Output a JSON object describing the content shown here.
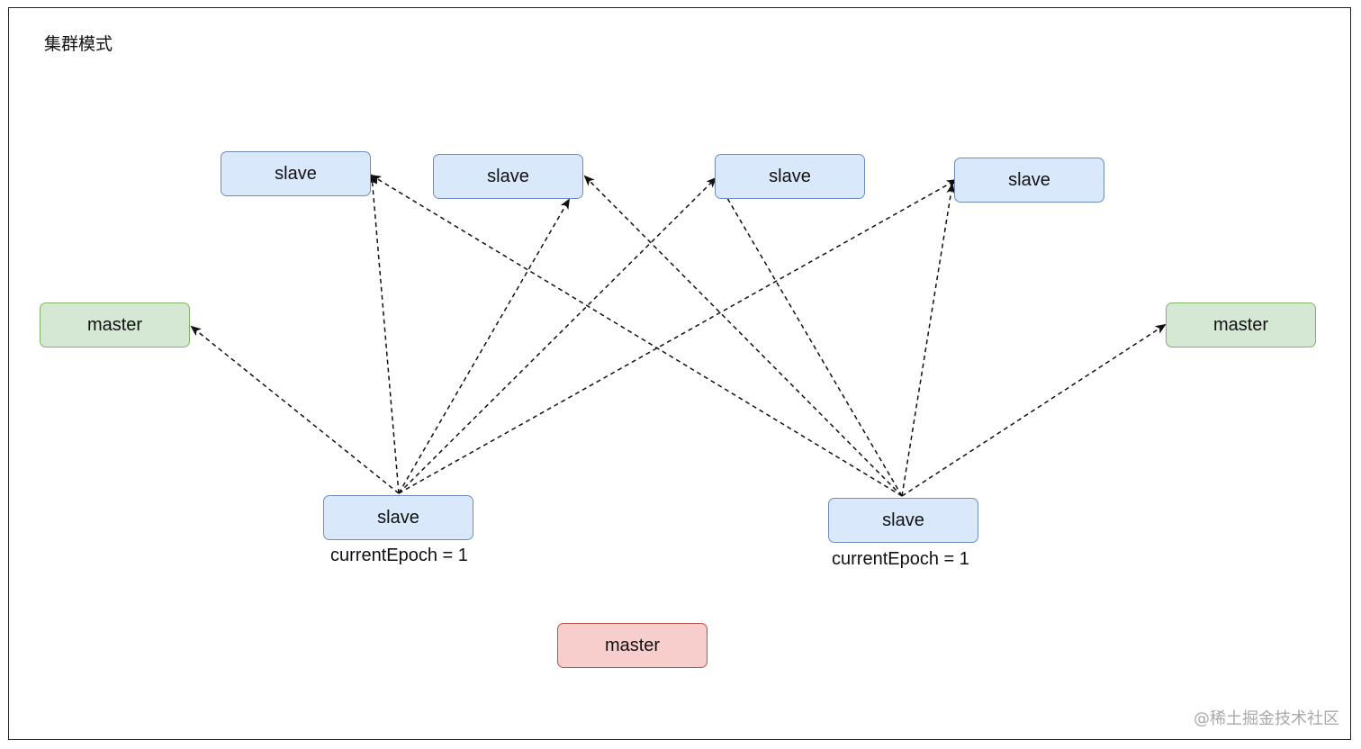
{
  "title": "集群模式",
  "watermark": "@稀土掘金技术社区",
  "nodes": {
    "slave_top_1": "slave",
    "slave_top_2": "slave",
    "slave_top_3": "slave",
    "slave_top_4": "slave",
    "master_left": "master",
    "master_right": "master",
    "slave_candidate_left": "slave",
    "slave_candidate_right": "slave",
    "master_failed": "master"
  },
  "captions": {
    "left_epoch": "currentEpoch = 1",
    "right_epoch": "currentEpoch = 1"
  },
  "colors": {
    "slave_fill": "#dae8fc",
    "slave_border": "#6c8ebf",
    "master_fill": "#d5e8d4",
    "master_border": "#82b366",
    "failed_master_fill": "#f8cecc",
    "failed_master_border": "#b85450"
  },
  "edges": [
    {
      "from": "slave_candidate_left",
      "to": "master_left",
      "style": "dashed"
    },
    {
      "from": "slave_candidate_left",
      "to": "slave_top_1",
      "style": "dashed"
    },
    {
      "from": "slave_candidate_left",
      "to": "slave_top_2",
      "style": "dashed"
    },
    {
      "from": "slave_candidate_left",
      "to": "slave_top_3",
      "style": "dashed"
    },
    {
      "from": "slave_candidate_left",
      "to": "slave_top_4",
      "style": "dashed"
    },
    {
      "from": "slave_candidate_right",
      "to": "slave_top_1",
      "style": "dashed"
    },
    {
      "from": "slave_candidate_right",
      "to": "slave_top_2",
      "style": "dashed"
    },
    {
      "from": "slave_candidate_right",
      "to": "slave_top_3",
      "style": "dashed"
    },
    {
      "from": "slave_candidate_right",
      "to": "slave_top_4",
      "style": "dashed"
    },
    {
      "from": "slave_candidate_right",
      "to": "master_right",
      "style": "dashed"
    }
  ]
}
